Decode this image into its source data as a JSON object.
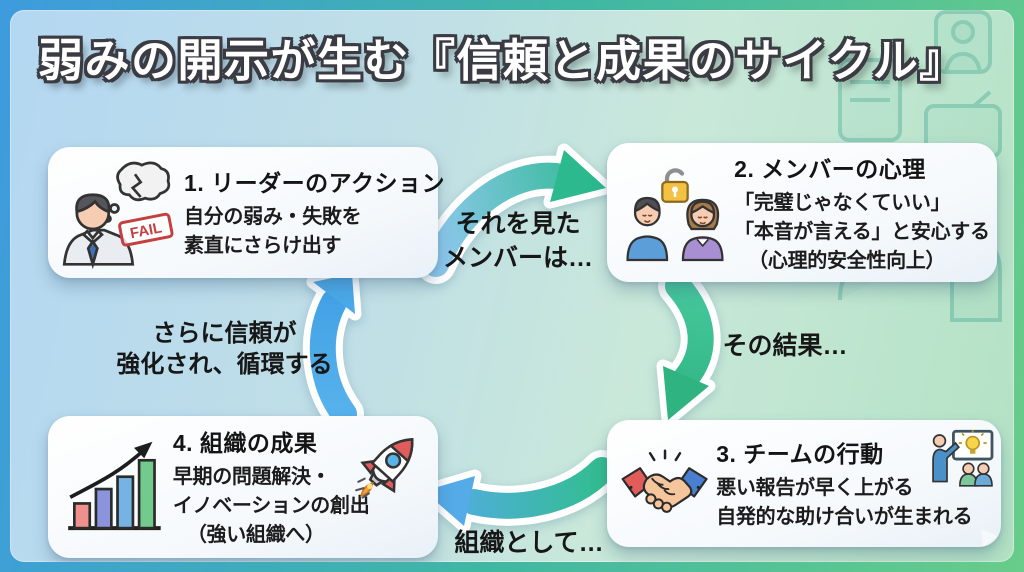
{
  "title": "弱みの開示が生む『信頼と成果のサイクル』",
  "boxes": [
    {
      "title": "1. リーダーのアクション",
      "lines": [
        "自分の弱み・失敗を",
        "素直にさらけ出す"
      ],
      "stamp": "FAIL",
      "icon": "leader-fail-thought-icon"
    },
    {
      "title": "2. メンバーの心理",
      "lines": [
        "「完璧じゃなくていい」",
        "「本音が言える」と安心する",
        "（心理的安全性向上）"
      ],
      "icon": "members-unlocked-padlock-icon"
    },
    {
      "title": "3. チームの行動",
      "lines": [
        "悪い報告が早く上がる",
        "自発的な助け合いが生まれる"
      ],
      "icon": "handshake-icon",
      "icon2": "presentation-lightbulb-icon"
    },
    {
      "title": "4. 組織の成果",
      "lines": [
        "早期の問題解決・",
        "イノベーションの創出",
        "（強い組織へ）"
      ],
      "icon": "growth-bar-chart-icon",
      "icon2": "rocket-icon"
    }
  ],
  "arrow_labels": {
    "top": [
      "それを見た",
      "メンバーは…"
    ],
    "right": "その結果…",
    "bottom": "組織として…",
    "left": [
      "さらに信頼が",
      "強化され、循環する"
    ]
  },
  "colors": {
    "frame_gradient": [
      "#3e9bde",
      "#40b7a3",
      "#68cc8a"
    ],
    "panel_gradient": [
      "#b4d7f2",
      "#c9e8da",
      "#b3e2c4"
    ],
    "arrow_blue": "#4aa9e8",
    "arrow_green": "#2eba8e",
    "card_background": "#ffffff",
    "text_dark": "#1c1c1c",
    "title_color": "#ffffff",
    "fail_red": "#c43f3f",
    "padlock_gold": "#f3c244"
  }
}
